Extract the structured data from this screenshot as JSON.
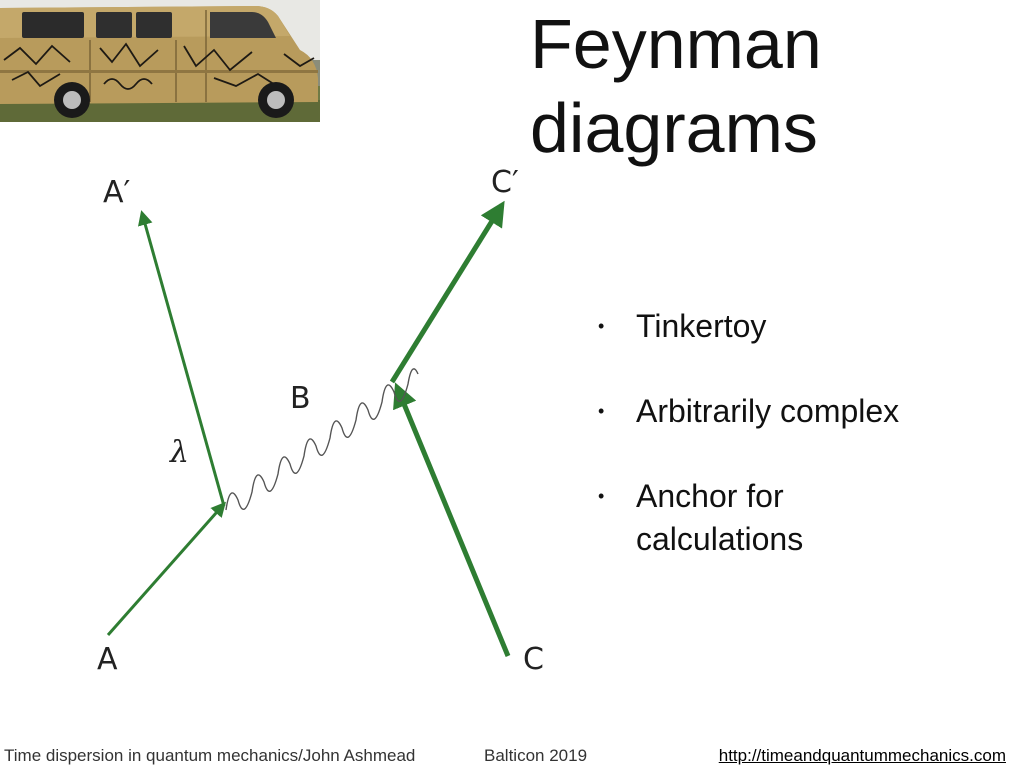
{
  "title": {
    "line1": "Feynman",
    "line2": "diagrams"
  },
  "photo": {
    "subject": "van-with-feynman-diagrams"
  },
  "diagram": {
    "labels": {
      "a_prime": "A′",
      "c_prime": "C′",
      "b": "B",
      "lambda": "λ",
      "a": "A",
      "c": "C"
    },
    "line_color": "#2e7d32"
  },
  "bullets": [
    {
      "text": "Tinkertoy"
    },
    {
      "text": "Arbitrarily complex"
    },
    {
      "text": "Anchor for calculations"
    }
  ],
  "footer": {
    "left": "Time dispersion in quantum mechanics/John Ashmead",
    "middle": "Balticon 2019",
    "right": "http://timeandquantummechanics.com"
  }
}
